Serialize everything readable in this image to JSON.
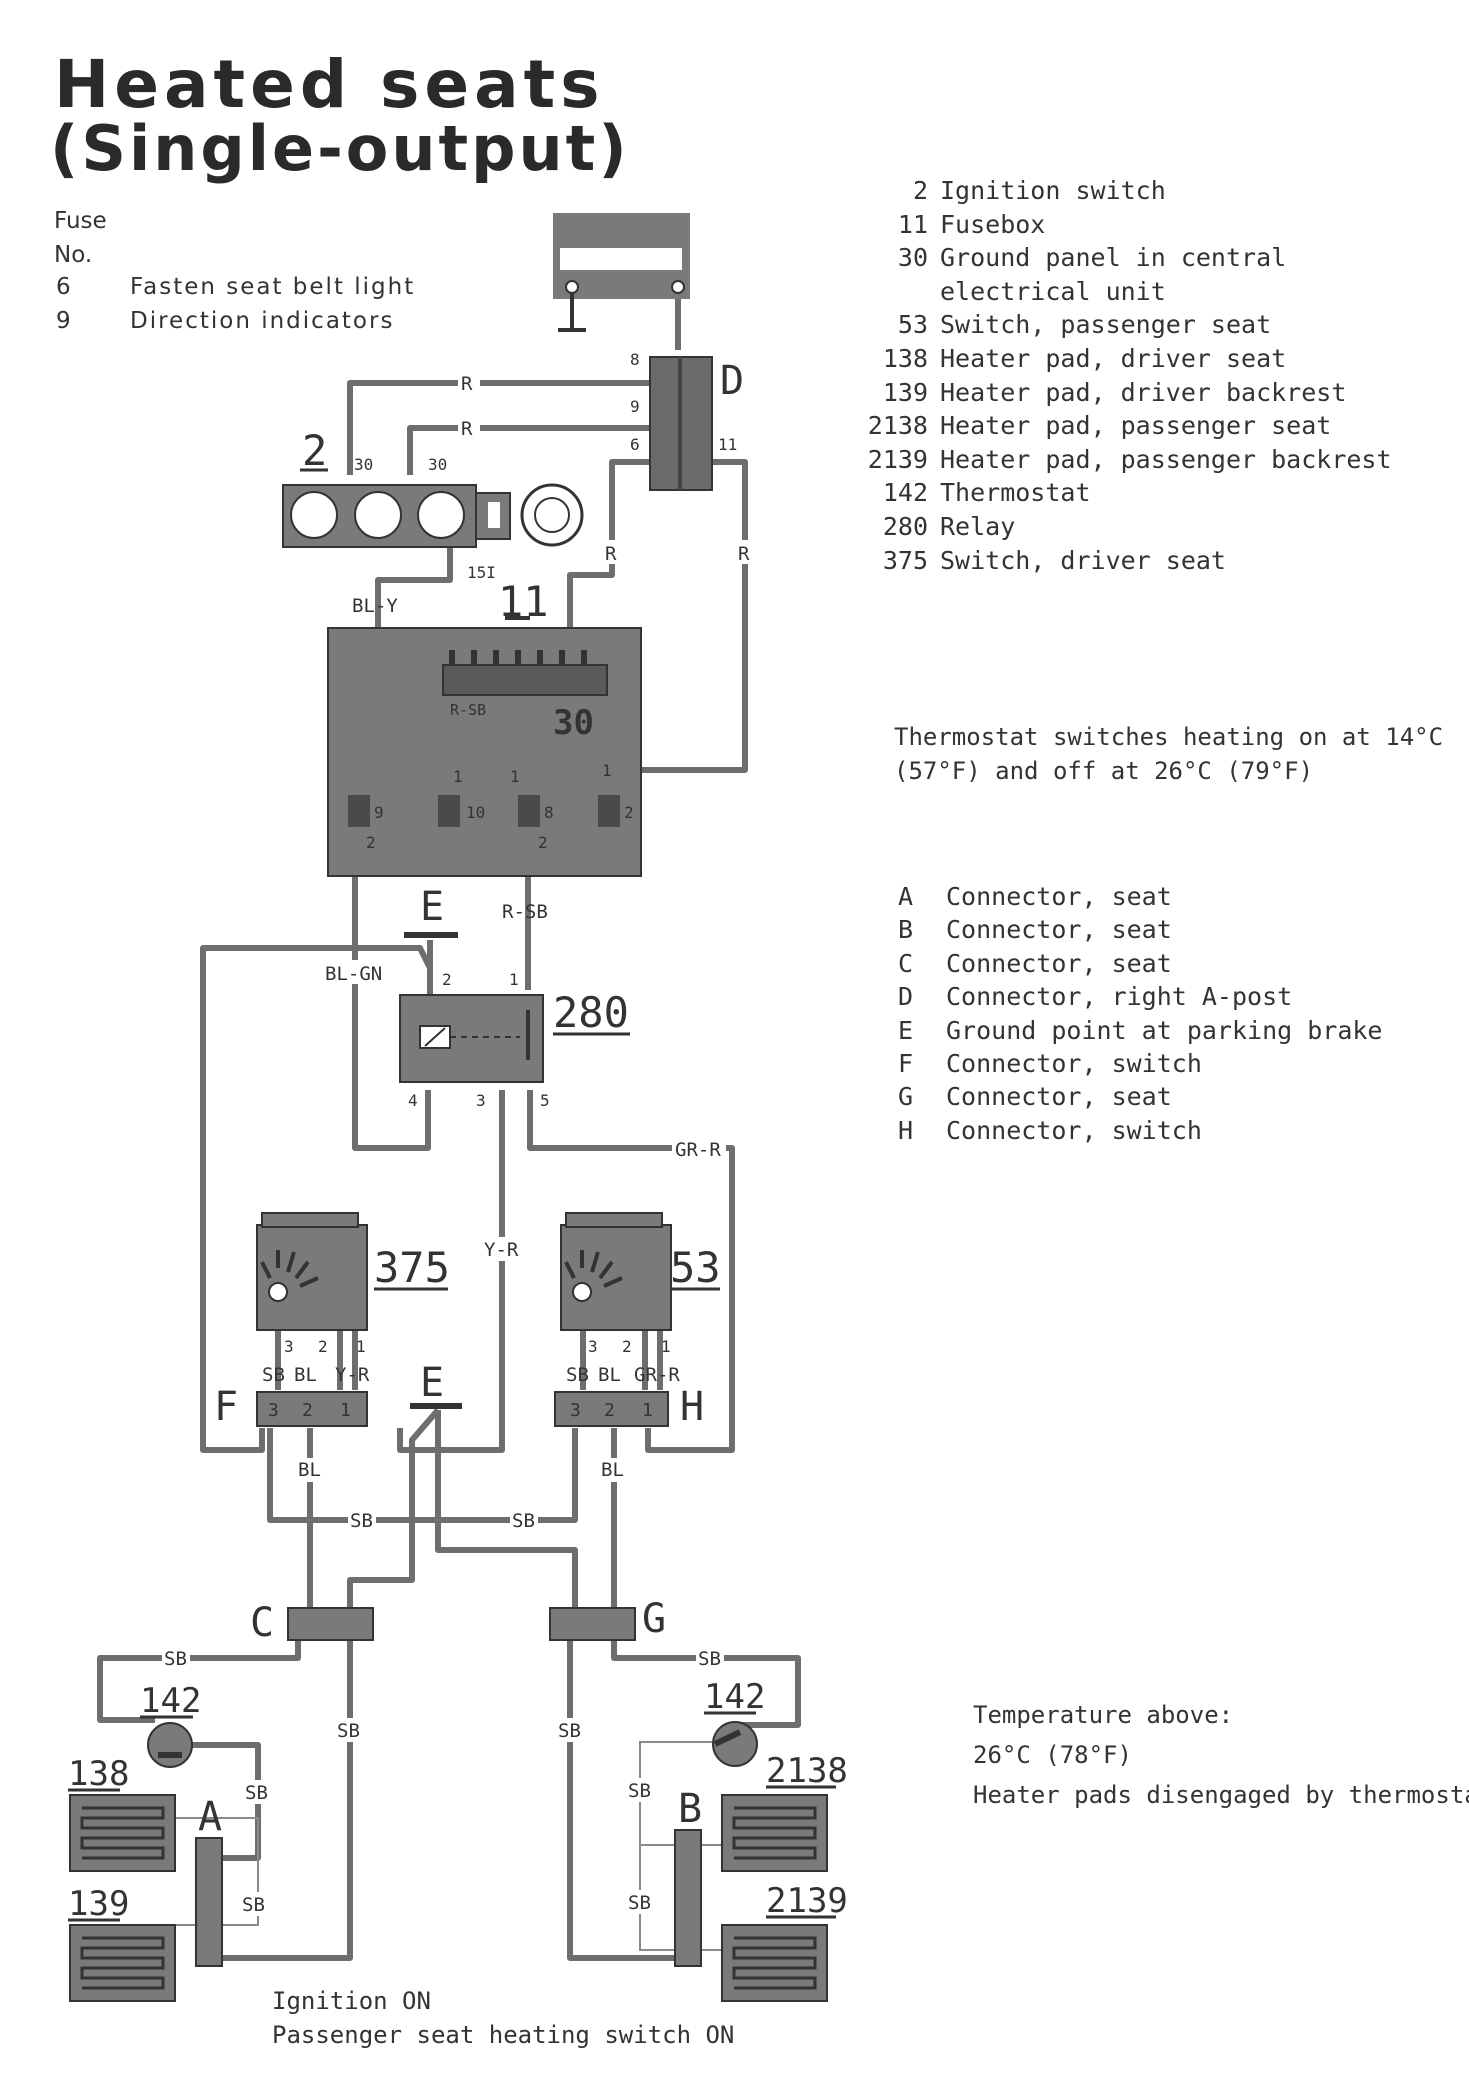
{
  "title": {
    "line1": "Heated seats",
    "line2": "(Single-output)"
  },
  "fuse": {
    "heading1": "Fuse",
    "heading2": "No.",
    "items": [
      {
        "no": "6",
        "label": "Fasten seat belt light"
      },
      {
        "no": "9",
        "label": "Direction indicators"
      }
    ]
  },
  "components": [
    {
      "no": "2",
      "label": "Ignition switch"
    },
    {
      "no": "11",
      "label": "Fusebox"
    },
    {
      "no": "30",
      "label": "Ground panel in central"
    },
    {
      "no": "",
      "label": "electrical unit"
    },
    {
      "no": "53",
      "label": "Switch, passenger seat"
    },
    {
      "no": "138",
      "label": "Heater pad, driver seat"
    },
    {
      "no": "139",
      "label": "Heater pad, driver backrest"
    },
    {
      "no": "2138",
      "label": "Heater pad, passenger seat"
    },
    {
      "no": "2139",
      "label": "Heater pad, passenger backrest"
    },
    {
      "no": "142",
      "label": "Thermostat"
    },
    {
      "no": "280",
      "label": "Relay"
    },
    {
      "no": "375",
      "label": "Switch, driver seat"
    }
  ],
  "thermostat_note": {
    "line1": "Thermostat switches heating on at 14°C",
    "line2": "(57°F) and off at 26°C (79°F)"
  },
  "connectors": [
    {
      "letter": "A",
      "label": "Connector, seat"
    },
    {
      "letter": "B",
      "label": "Connector, seat"
    },
    {
      "letter": "C",
      "label": "Connector, seat"
    },
    {
      "letter": "D",
      "label": "Connector, right A-post"
    },
    {
      "letter": "E",
      "label": "Ground point at parking brake"
    },
    {
      "letter": "F",
      "label": "Connector, switch"
    },
    {
      "letter": "G",
      "label": "Connector, seat"
    },
    {
      "letter": "H",
      "label": "Connector, switch"
    }
  ],
  "temperature_note": {
    "line1": "Temperature above:",
    "line2": "26°C (78°F)",
    "line3": "Heater pads disengaged by thermostat"
  },
  "bottom_note": {
    "line1": "Ignition ON",
    "line2": "Passenger seat heating switch ON"
  },
  "diagram": {
    "comp_ignition": "2",
    "comp_fusebox": "11",
    "comp_ground_panel": "30",
    "comp_relay": "280",
    "comp_switch_driver": "375",
    "comp_switch_pass": "53",
    "comp_thermo_left": "142",
    "comp_thermo_right": "142",
    "comp_pad_138": "138",
    "comp_pad_139": "139",
    "comp_pad_2138": "2138",
    "comp_pad_2139": "2139",
    "conn_D": "D",
    "conn_E_top": "E",
    "conn_E_mid": "E",
    "conn_F": "F",
    "conn_H": "H",
    "conn_C": "C",
    "conn_G": "G",
    "conn_A": "A",
    "conn_B": "B",
    "w_R1": "R",
    "w_R2": "R",
    "w_R3": "R",
    "w_R4": "R",
    "w_BLY": "BL-Y",
    "w_RSB1": "R-SB",
    "w_RSB2": "R-SB",
    "w_BLGN": "BL-GN",
    "w_GRR": "GR-R",
    "w_YR": "Y-R",
    "w_BL1": "BL",
    "w_BL2": "BL",
    "w_SB1": "SB",
    "w_SB2": "SB",
    "w_SB3": "SB",
    "w_SB4": "SB",
    "w_SB5": "SB",
    "w_SB6": "SB",
    "w_SB7": "SB",
    "w_SB8": "SB",
    "w_SB9": "SB",
    "w_SB10": "SB",
    "p_8": "8",
    "p_9": "9",
    "p_6": "6",
    "p_11": "11",
    "p_30a": "30",
    "p_30b": "30",
    "p_15": "15I",
    "f_1a": "1",
    "f_10": "10",
    "f_9": "9",
    "f_2a": "2",
    "f_1b": "1",
    "f_8": "8",
    "f_2b": "2",
    "f_1c": "1",
    "f_2c": "2",
    "r_2": "2",
    "r_1": "1",
    "r_4": "4",
    "r_3": "3",
    "r_5": "5",
    "s375_3": "3",
    "s375_2": "2",
    "s375_1": "1",
    "s375_SB": "SB",
    "s375_BL": "BL",
    "s375_YR": "Y-R",
    "F_3": "3",
    "F_2": "2",
    "F_1": "1",
    "s53_3": "3",
    "s53_2": "2",
    "s53_1": "1",
    "s53_SB": "SB",
    "s53_BL": "BL",
    "s53_GRR": "GR-R",
    "H_3": "3",
    "H_2": "2",
    "H_1": "1"
  }
}
